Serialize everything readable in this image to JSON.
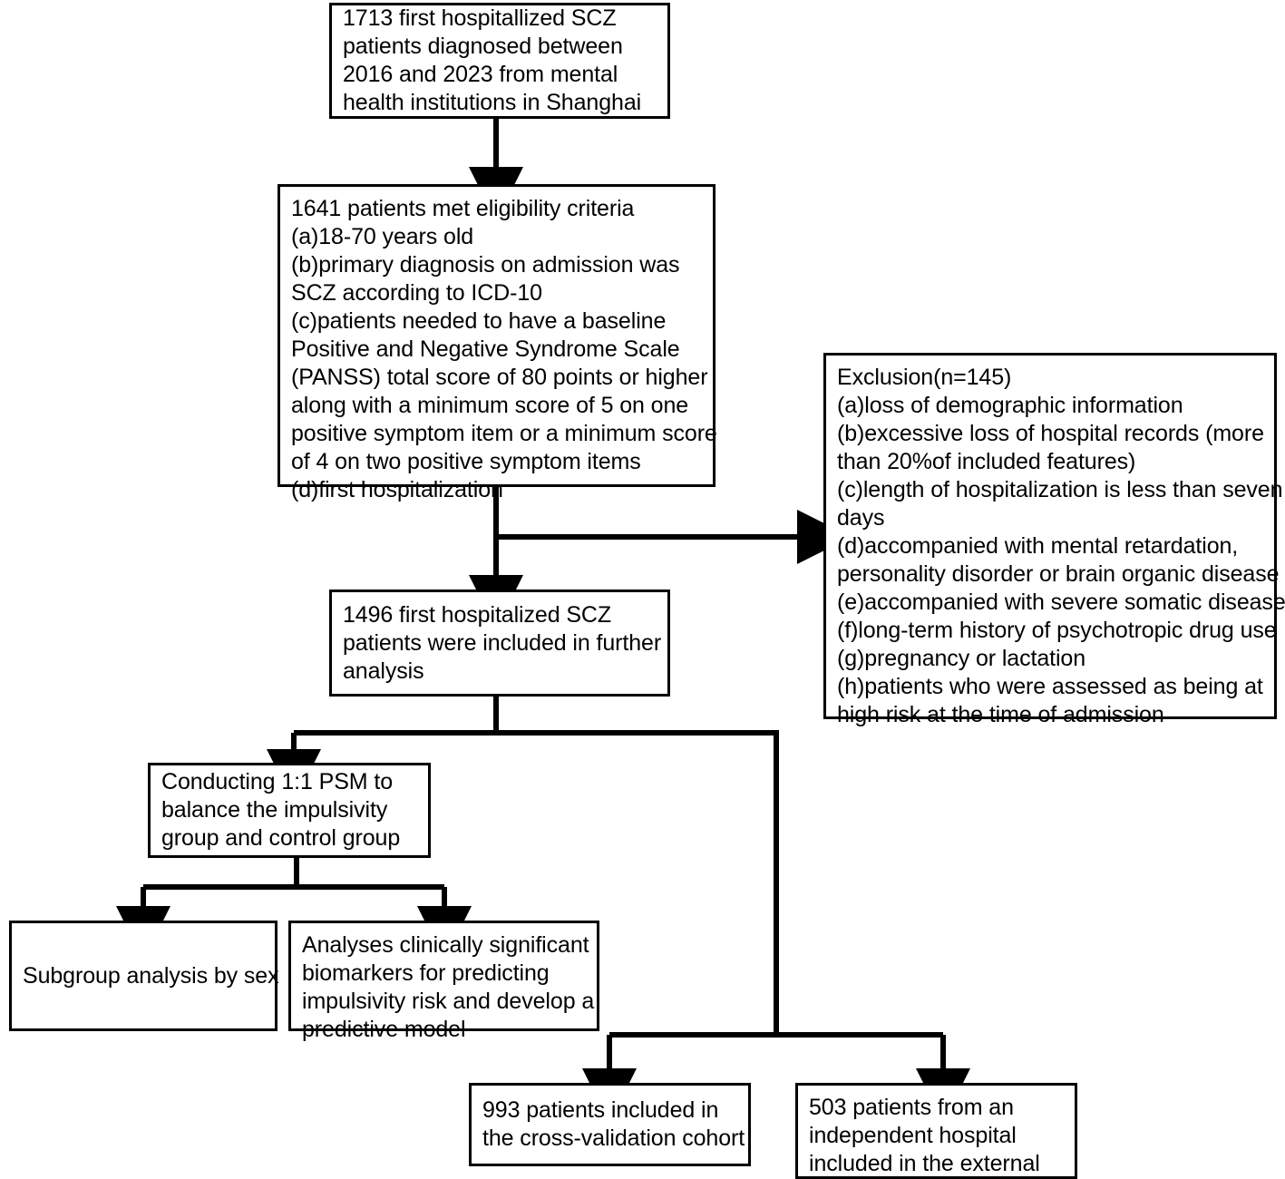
{
  "diagram": {
    "title": "Study flow diagram of first hospitalized SCZ patients",
    "stroke_color": "#000000",
    "background_color": "#ffffff",
    "nodes": [
      {
        "id": "source-cohort",
        "name": "source-cohort-box",
        "lines": [
          "1713 first hospitallized SCZ",
          "patients diagnosed between",
          "2016 and 2023 from mental",
          "health institutions in Shanghai"
        ]
      },
      {
        "id": "eligibility",
        "name": "eligibility-criteria-box",
        "lines": [
          "1641 patients met eligibility criteria",
          "(a)18-70 years old",
          "(b)primary diagnosis on admission was",
          "SCZ according to ICD-10",
          "(c)patients needed to have a baseline",
          "Positive and Negative Syndrome Scale",
          "(PANSS) total score of 80 points or higher",
          "along with a minimum score of 5 on one",
          "positive symptom item or a minimum score",
          "of 4 on two positive symptom items",
          "(d)first hospitalization"
        ]
      },
      {
        "id": "exclusion",
        "name": "exclusion-box",
        "lines": [
          "Exclusion(n=145)",
          "(a)loss of demographic information",
          "(b)excessive loss of hospital records (more",
          "than 20%of included features)",
          "(c)length of hospitalization is less than seven",
          "days",
          "(d)accompanied with mental retardation,",
          "personality disorder or brain organic disease",
          "(e)accompanied with severe somatic disease",
          "(f)long-term history of psychotropic drug use",
          "(g)pregnancy or lactation",
          "(h)patients who were assessed as being at",
          "high risk at the time of admission"
        ]
      },
      {
        "id": "included",
        "name": "included-cohort-box",
        "lines": [
          "1496 first hospitalized SCZ",
          "patients were included in further",
          "analysis"
        ]
      },
      {
        "id": "psm",
        "name": "psm-matching-box",
        "lines": [
          "Conducting 1:1 PSM to",
          "balance the impulsivity",
          "group and control group"
        ]
      },
      {
        "id": "subgroup",
        "name": "subgroup-analysis-box",
        "lines": [
          "Subgroup analysis by sex"
        ]
      },
      {
        "id": "biomarkers",
        "name": "biomarker-analysis-box",
        "lines": [
          "Analyses clinically significant",
          "biomarkers for predicting",
          "impulsivity risk and develop a",
          "predictive model"
        ]
      },
      {
        "id": "cross-validation",
        "name": "cross-validation-cohort-box",
        "lines": [
          "993 patients included in",
          "the cross-validation cohort"
        ]
      },
      {
        "id": "external",
        "name": "external-validation-cohort-box",
        "lines": [
          "503 patients from an",
          "independent hospital",
          "included in the external"
        ]
      }
    ]
  }
}
